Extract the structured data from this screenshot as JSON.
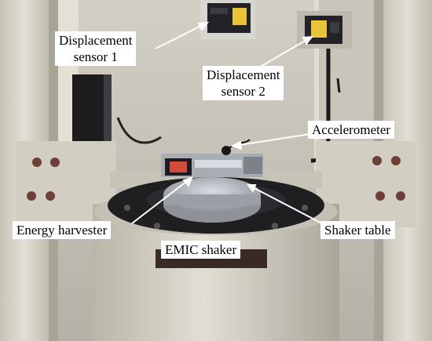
{
  "labels": {
    "displacement_sensor_1": {
      "line1": "Displacement",
      "line2": "sensor 1"
    },
    "displacement_sensor_2": {
      "line1": "Displacement",
      "line2": "sensor 2"
    },
    "accelerometer": "Accelerometer",
    "energy_harvester": "Energy harvester",
    "shaker_table": "Shaker table",
    "emic_shaker": "EMIC shaker"
  },
  "colors": {
    "frame_beige": "#ddd9cc",
    "frame_shadow": "#a9a596",
    "back_wall": "#cfcbc0",
    "shaker_body": "#d8d4c8",
    "shaker_dark": "#1f1f22",
    "table_metal": "#b9bcc2",
    "sensor_yellow": "#e9c33a",
    "arrow_white": "#ffffff"
  },
  "icons": [
    "displacement-sensor-1-icon",
    "displacement-sensor-2-icon",
    "accelerometer-icon",
    "energy-harvester-icon",
    "arrow-icon"
  ]
}
